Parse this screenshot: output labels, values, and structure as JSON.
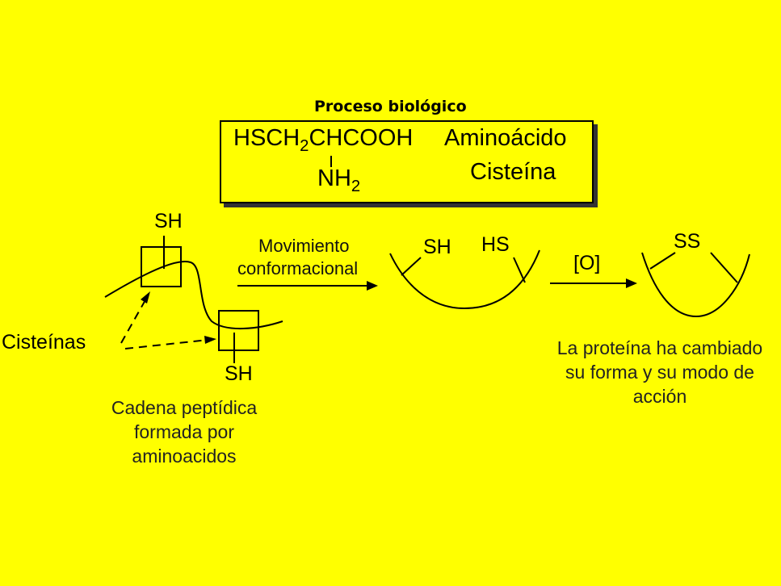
{
  "title": "Proceso biológico",
  "formula": {
    "main": "HSCH",
    "sub1": "2",
    "rest": "CHCOOH",
    "amine": "NH",
    "sub2": "2",
    "name_line1": "Aminoácido",
    "name_line2": "Cisteína"
  },
  "labels": {
    "sh_top": "SH",
    "sh_bottom": "SH",
    "cisteinas": "Cisteínas",
    "movimiento_line1": "Movimiento",
    "movimiento_line2": "conformacional",
    "sh_mid": "SH",
    "hs_mid": "HS",
    "oxidation": "[O]",
    "ss": "SS"
  },
  "captions": {
    "chain_line1": "Cadena peptídica",
    "chain_line2": "formada por",
    "chain_line3": "aminoacidos",
    "protein_line1": "La proteína ha cambiado",
    "protein_line2": "su forma y su modo de",
    "protein_line3": "acción"
  }
}
